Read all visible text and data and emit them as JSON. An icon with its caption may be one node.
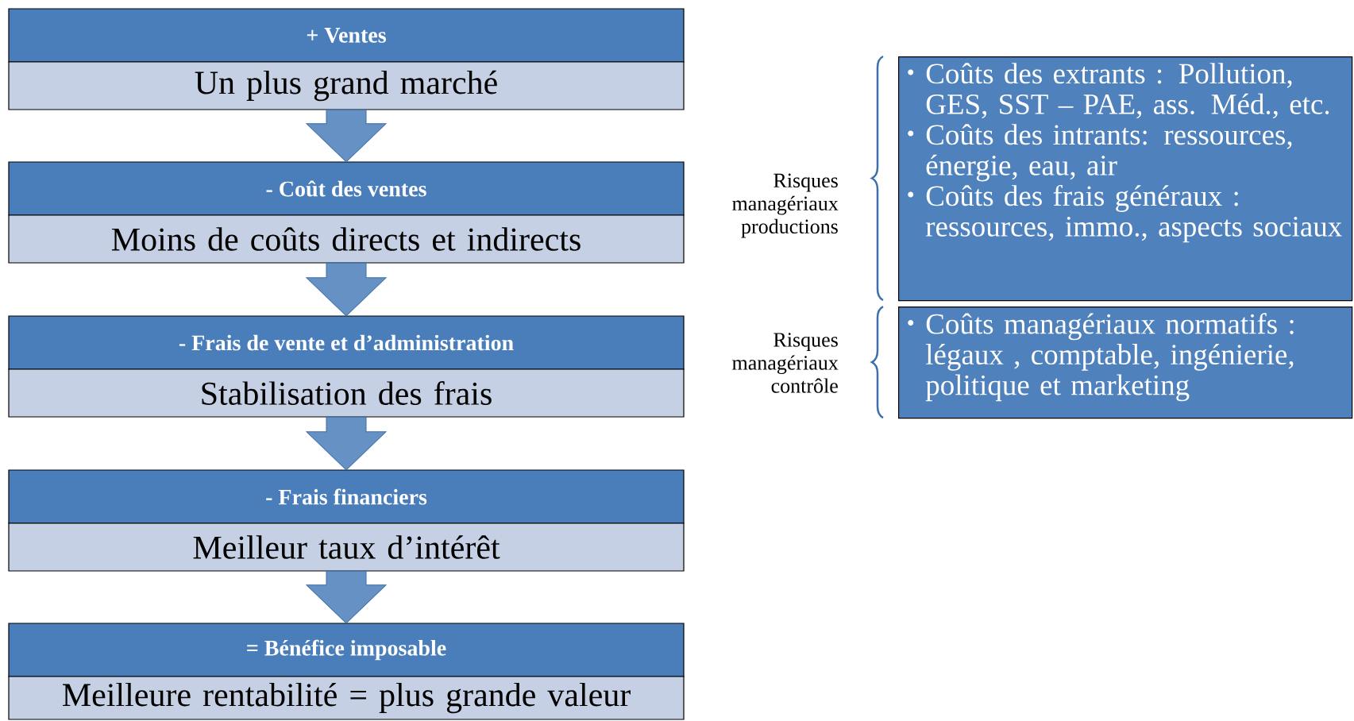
{
  "diagram": {
    "nodes": [
      {
        "text": [
          "+ Ventes",
          "Un plus grand marché"
        ]
      },
      {
        "text": [
          "- Coût des ventes",
          "Moins de coûts directs et indirects"
        ]
      },
      {
        "text": [
          "- Frais de vente et d’administration",
          "Stabilisation des frais"
        ]
      },
      {
        "text": [
          "- Frais financiers",
          "Meilleur taux d’intérêt"
        ]
      },
      {
        "text": [
          "= Bénéfice imposable",
          "Meilleure rentabilité = plus grande valeur"
        ]
      },
      {
        "text": [
          "Coûts des extrants : Pollution, GES, SST – PAE, ass. Méd., etc.",
          "Coûts des intrants: ressources, énergie, eau, air",
          "Coûts des frais généraux : ressources, immo., aspects sociaux"
        ]
      },
      {
        "text": [
          "Coûts  managériaux normatifs : légaux , comptable,  ingénierie, politique et marketing"
        ]
      }
    ],
    "edges": [
      {
        "from": 0,
        "to": 1,
        "arrow": "to"
      },
      {
        "from": 1,
        "to": 2,
        "arrow": "to"
      },
      {
        "from": 2,
        "to": 3,
        "arrow": "to"
      },
      {
        "from": 3,
        "to": 4,
        "arrow": "to"
      }
    ],
    "labels": [
      "Risques managériaux productions",
      "Risques managériaux contrôle"
    ]
  }
}
